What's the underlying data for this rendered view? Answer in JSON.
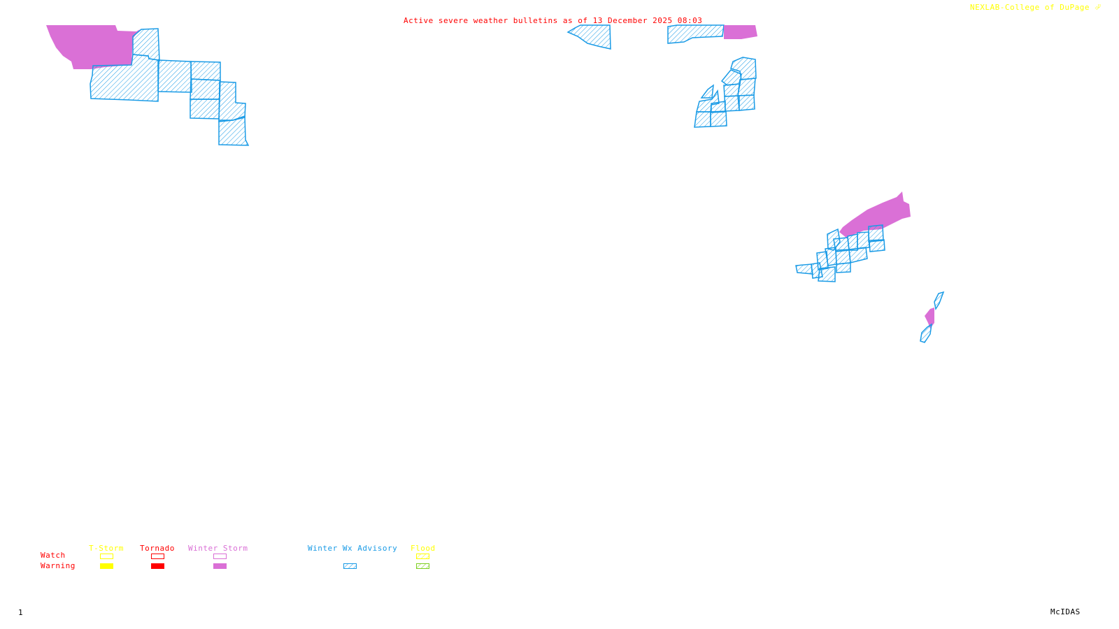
{
  "header": {
    "title": "Active severe weather bulletins as of 13 December 2025 08:03",
    "credit": "NEXLAB-College of DuPage",
    "credit_icon": "cod-logo-icon"
  },
  "footer": {
    "frame_number": "1",
    "software": "McIDAS"
  },
  "colors": {
    "title": "#ff0000",
    "credit": "#ffff00",
    "tstorm": "#ffff00",
    "tornado": "#ff0000",
    "winter_storm": "#da70d6",
    "winter_wx_advisory": "#1a9be6",
    "flood_watch": "#ffff00",
    "flood_warning": "#7fcf1f"
  },
  "legend": {
    "row_labels": {
      "watch": "Watch",
      "warning": "Warning"
    },
    "categories": [
      {
        "key": "tstorm",
        "label": "T-Storm",
        "watch_style": "outline",
        "warning_style": "solid"
      },
      {
        "key": "tornado",
        "label": "Tornado",
        "watch_style": "outline",
        "warning_style": "solid"
      },
      {
        "key": "winter_storm",
        "label": "Winter Storm",
        "watch_style": "outline",
        "warning_style": "solid"
      },
      {
        "key": "winter_wx_advisory",
        "label": "Winter Wx Advisory",
        "watch_style": "none",
        "warning_style": "hatched"
      },
      {
        "key": "flood",
        "label": "Flood",
        "watch_style": "hatched",
        "warning_style": "hatched"
      }
    ]
  },
  "active_bulletins": [
    {
      "type": "Winter Storm Warning",
      "region": "northwest"
    },
    {
      "type": "Winter Wx Advisory",
      "region": "northwest"
    },
    {
      "type": "Winter Wx Advisory",
      "region": "upper-midwest-north"
    },
    {
      "type": "Winter Storm Warning",
      "region": "upper-midwest-north"
    },
    {
      "type": "Winter Wx Advisory",
      "region": "great-lakes-michigan"
    },
    {
      "type": "Winter Storm Warning",
      "region": "lake-erie-ontario"
    },
    {
      "type": "Winter Wx Advisory",
      "region": "lake-erie-ontario"
    },
    {
      "type": "Winter Storm Warning",
      "region": "new-england-coast"
    },
    {
      "type": "Winter Wx Advisory",
      "region": "new-england-coast"
    }
  ]
}
